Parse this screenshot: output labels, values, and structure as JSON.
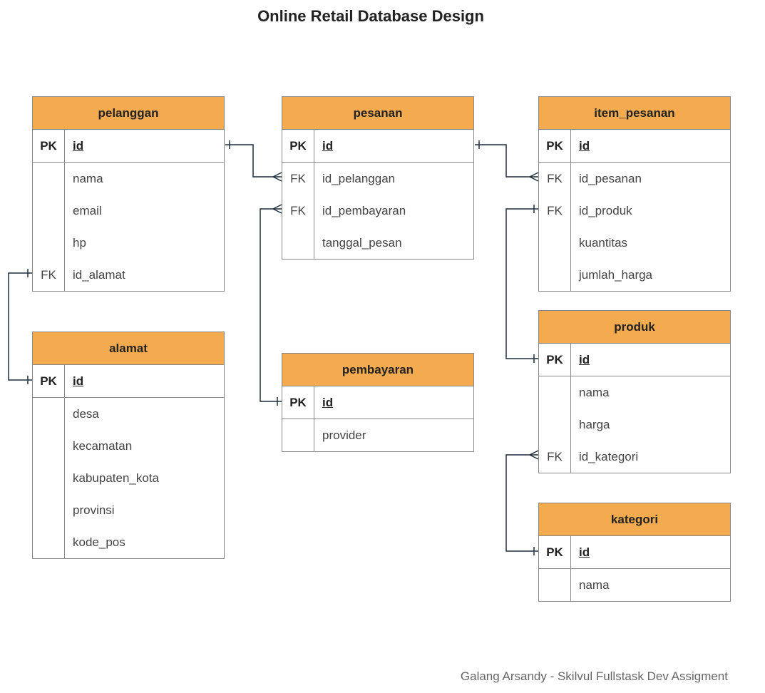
{
  "title": "Online Retail Database Design",
  "footer": "Galang Arsandy - Skilvul Fullstask Dev Assigment",
  "tables": {
    "pelanggan": {
      "name": "pelanggan",
      "pk": {
        "key": "PK",
        "field": "id"
      },
      "columns": [
        {
          "key": "",
          "field": "nama"
        },
        {
          "key": "",
          "field": "email"
        },
        {
          "key": "",
          "field": "hp"
        },
        {
          "key": "FK",
          "field": "id_alamat"
        }
      ]
    },
    "alamat": {
      "name": "alamat",
      "pk": {
        "key": "PK",
        "field": "id"
      },
      "columns": [
        {
          "key": "",
          "field": "desa"
        },
        {
          "key": "",
          "field": "kecamatan"
        },
        {
          "key": "",
          "field": "kabupaten_kota"
        },
        {
          "key": "",
          "field": "provinsi"
        },
        {
          "key": "",
          "field": "kode_pos"
        }
      ]
    },
    "pesanan": {
      "name": "pesanan",
      "pk": {
        "key": "PK",
        "field": "id"
      },
      "columns": [
        {
          "key": "FK",
          "field": "id_pelanggan"
        },
        {
          "key": "FK",
          "field": "id_pembayaran"
        },
        {
          "key": "",
          "field": "tanggal_pesan"
        }
      ]
    },
    "pembayaran": {
      "name": "pembayaran",
      "pk": {
        "key": "PK",
        "field": "id"
      },
      "columns": [
        {
          "key": "",
          "field": "provider"
        }
      ]
    },
    "item_pesanan": {
      "name": "item_pesanan",
      "pk": {
        "key": "PK",
        "field": "id"
      },
      "columns": [
        {
          "key": "FK",
          "field": "id_pesanan"
        },
        {
          "key": "FK",
          "field": "id_produk"
        },
        {
          "key": "",
          "field": "kuantitas"
        },
        {
          "key": "",
          "field": "jumlah_harga"
        }
      ]
    },
    "produk": {
      "name": "produk",
      "pk": {
        "key": "PK",
        "field": "id"
      },
      "columns": [
        {
          "key": "",
          "field": "nama"
        },
        {
          "key": "",
          "field": "harga"
        },
        {
          "key": "FK",
          "field": "id_kategori"
        }
      ]
    },
    "kategori": {
      "name": "kategori",
      "pk": {
        "key": "PK",
        "field": "id"
      },
      "columns": [
        {
          "key": "",
          "field": "nama"
        }
      ]
    }
  },
  "relationships": [
    {
      "from": "pelanggan.id",
      "to": "pesanan.id_pelanggan",
      "from_card": "one",
      "to_card": "many"
    },
    {
      "from": "pembayaran.id",
      "to": "pesanan.id_pembayaran",
      "from_card": "one",
      "to_card": "many"
    },
    {
      "from": "pesanan.id",
      "to": "item_pesanan.id_pesanan",
      "from_card": "one",
      "to_card": "many"
    },
    {
      "from": "produk.id",
      "to": "item_pesanan.id_produk",
      "from_card": "one",
      "to_card": "one"
    },
    {
      "from": "alamat.id",
      "to": "pelanggan.id_alamat",
      "from_card": "one",
      "to_card": "one"
    },
    {
      "from": "kategori.id",
      "to": "produk.id_kategori",
      "from_card": "one",
      "to_card": "many"
    }
  ]
}
